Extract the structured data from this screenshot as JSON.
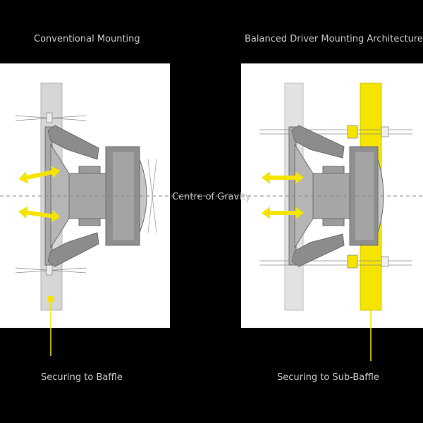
{
  "diagram": {
    "left_title": "Conventional Mounting",
    "right_title": "Balanced Driver Mounting Architecture",
    "center_label": "Centre of Gravity",
    "left_caption": "Securing to Baffle",
    "right_caption": "Securing to Sub-Baffle"
  },
  "colors": {
    "background": "#000000",
    "panel": "#ffffff",
    "baffle": "#d2d2d2",
    "driver": "#9a9a9a",
    "highlight": "#f5e400",
    "text": "#c8c8c8"
  }
}
